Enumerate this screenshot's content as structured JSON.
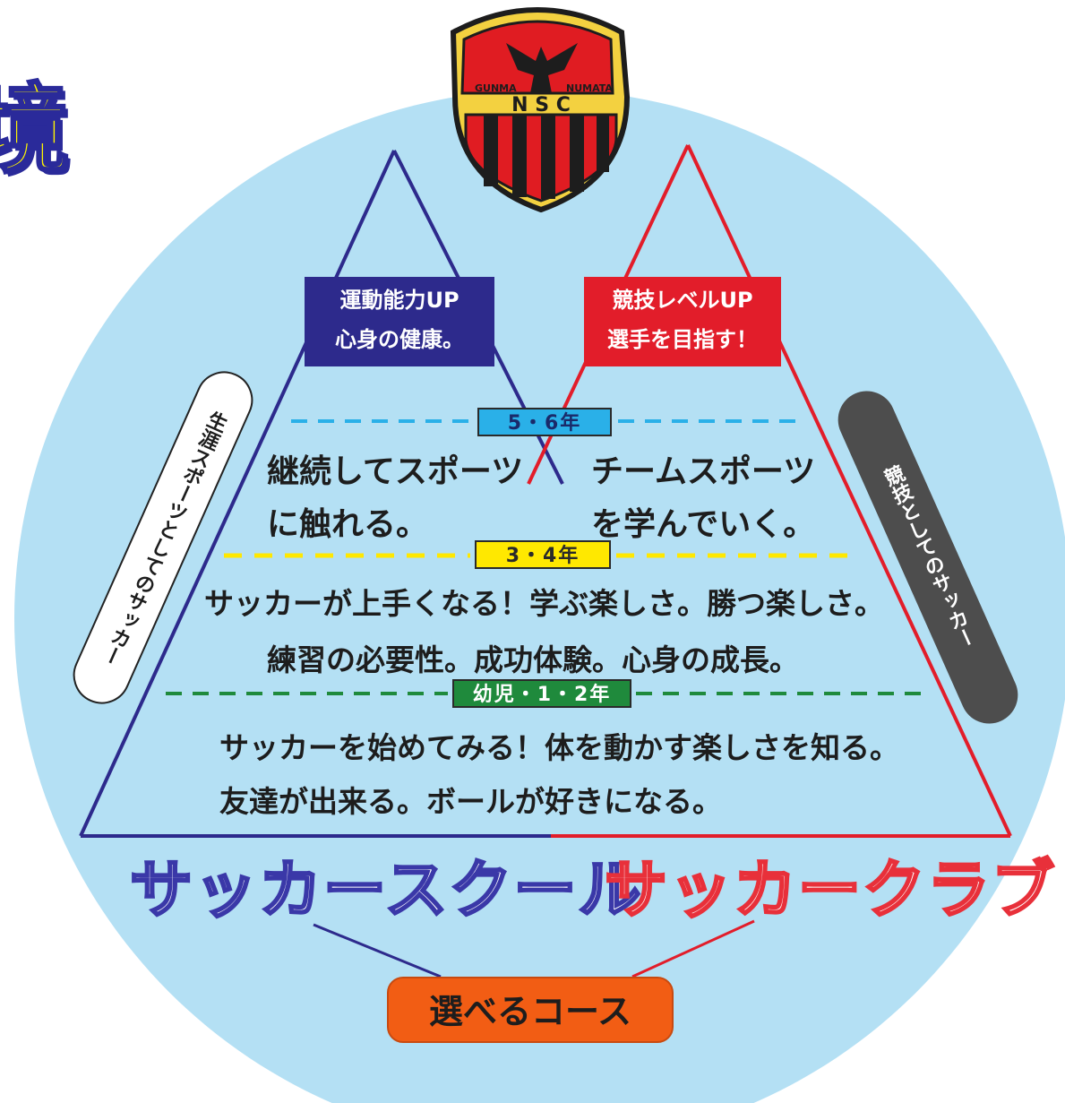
{
  "title": "境",
  "badge": {
    "top_left_text": "GUNMA",
    "top_right_text": "NUMATA",
    "initials": "N S C"
  },
  "left_peak": {
    "line1": "運動能力UP",
    "line2": "心身の健康。"
  },
  "right_peak": {
    "line1": "競技レベルUP",
    "line2": "選手を目指す！"
  },
  "grade_bands": [
    {
      "label": "5・6年",
      "color": "#2ab0e8"
    },
    {
      "label": "3・4年",
      "color": "#ffe800"
    },
    {
      "label": "幼児・1・2年",
      "color": "#1f8a3c"
    }
  ],
  "upper_texts": {
    "left_line1": "継続してスポーツ",
    "left_line2": "に触れる。",
    "right_line1": "チームスポーツ",
    "right_line2": "を学んでいく。"
  },
  "middle_texts": {
    "line1": "サッカーが上手くなる！学ぶ楽しさ。勝つ楽しさ。",
    "line2": "練習の必要性。成功体験。心身の成長。"
  },
  "lower_texts": {
    "line1": "サッカーを始めてみる！体を動かす楽しさを知る。",
    "line2": "友達が出来る。ボールが好きになる。"
  },
  "side_labels": {
    "left": "生涯スポーツとしてのサッカー",
    "right": "競技としてのサッカー"
  },
  "bottom": {
    "school": "サッカースクール",
    "club": "サッカークラブ",
    "course": "選べるコース"
  },
  "colors": {
    "circle": "#b4e0f4",
    "blue": "#2d2a8c",
    "red": "#e21d2a",
    "course": "#f25d14"
  }
}
